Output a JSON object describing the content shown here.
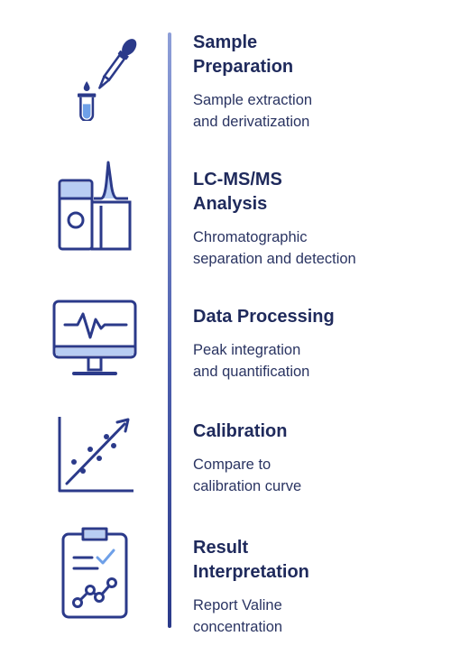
{
  "colors": {
    "primary": "#2b3a8a",
    "accent": "#6ea0e8",
    "line": "#4d5fae"
  },
  "steps": [
    {
      "title": "Sample\nPreparation",
      "description": "Sample extraction\nand derivatization",
      "icon": "dropper-test-tube-icon"
    },
    {
      "title": "LC-MS/MS\nAnalysis",
      "description": "Chromatographic\nseparation and detection",
      "icon": "lc-ms-instrument-icon"
    },
    {
      "title": "Data Processing",
      "description": "Peak integration\nand quantification",
      "icon": "monitor-signal-icon"
    },
    {
      "title": "Calibration",
      "description": "Compare to\ncalibration curve",
      "icon": "calibration-curve-icon"
    },
    {
      "title": "Result\nInterpretation",
      "description": "Report Valine\nconcentration",
      "icon": "clipboard-report-icon"
    }
  ]
}
